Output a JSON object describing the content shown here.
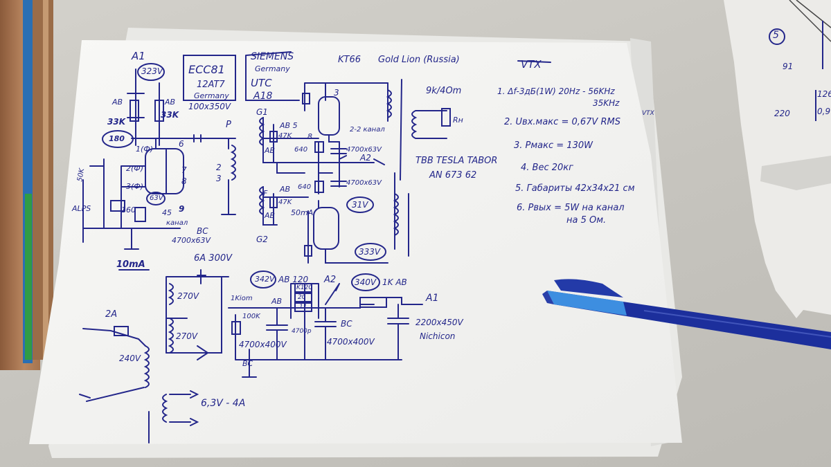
{
  "colors": {
    "ink": "#23268a",
    "paper": "#f7f7f5",
    "table": "#c9c7c1",
    "cardboard": "#b07850",
    "pen_body": "#1c2f9c",
    "pen_grip": "#3d8ee0"
  },
  "objects": [
    "cardboard-folder",
    "blue-pen",
    "torn-paper-right",
    "second-sheet-behind"
  ],
  "labels": {
    "a1_top": "A1",
    "v323": "323V",
    "ecc81": "ECC81",
    "tube_12at7": "12AT7",
    "germany1": "Germany",
    "lbl_100x350": "100x350V",
    "siemens": "SIEMENS",
    "germany2": "Germany",
    "utc": "UTC",
    "a18": "A18",
    "g1": "G1",
    "kt66": "KT66",
    "gold_lion": "Gold Lion (Russia)",
    "vtx": "VTX",
    "ab_1": "AB",
    "ab_2": "AB",
    "n33k": "33K",
    "n33k_2": "33K",
    "n180": "180",
    "n1_": "1(Ф)",
    "n6": "6",
    "p": "P",
    "n2": "2",
    "n3": "3",
    "n2_": "2(Ф)",
    "n3_": "3(Ф)",
    "n7": "7",
    "n8": "8",
    "n160": "160",
    "n45": "45",
    "n9": "9",
    "v63": "63V",
    "n4700": "4700",
    "kanal": "канал",
    "bc_1": "BC",
    "lbl_4700x63": "4700x63V",
    "ma10": "10mA",
    "alps": "ALPS",
    "n50k": "50K",
    "n3_top": "3",
    "ab5": "AB 5",
    "n47k": "47K",
    "n8b": "8",
    "ab_3": "AB",
    "n640": "640",
    "kanal2": "2-2 канал",
    "lbl_4700x63b": "4700x63V",
    "a2": "A2",
    "f": "F",
    "ab_4": "AB",
    "n640b": "640",
    "n47k_b": "47K",
    "lbl_4700x63c": "4700x63V",
    "v31": "31V",
    "ab_5": "AB",
    "ma50": "50mA",
    "g2": "G2",
    "v333": "333V",
    "rh": "9k/4Om",
    "rn": "Rн",
    "tbb": "TBB TESLA TABOR",
    "an": "AN 673 62",
    "spec1": "1. Δf-3дБ(1W) 20Hz - 56KHz",
    "spec1b": "35KHz",
    "spec2": "2. Uвх.макс = 0,67V RMS",
    "spec3": "3. Pмакс = 130W",
    "spec4": "4. Вес 20кг",
    "spec5": "5. Габариты 42x34x21 см",
    "spec6": "6. Pвых = 5W на канал",
    "spec6b": "на 5 Ом.",
    "ga300": "6A 300V",
    "v270": "270V",
    "v270b": "270V",
    "a2b": "2A",
    "v240": "240V",
    "v342": "342V",
    "ab120": "AB 120",
    "a2c": "A2",
    "v340": "340V",
    "r1k": "1K AB",
    "a1b": "A1",
    "k1": "1Kiom",
    "ab_6": "AB",
    "n100k": "100K",
    "n4700b": "4700x400V",
    "bc_2": "BC",
    "bc_3": "BC",
    "n4700c": "4700x400V",
    "n2200": "2200x450V",
    "nichicon": "Nichicon",
    "k120": "K120",
    "n20": "20",
    "n11": "11",
    "n4700p": "4700p",
    "v63a": "6,3V - 4A",
    "side5": "5",
    "side91": "91",
    "side220": "220",
    "side126": "126",
    "side09": "0,9",
    "sidevtx": "VTX"
  }
}
